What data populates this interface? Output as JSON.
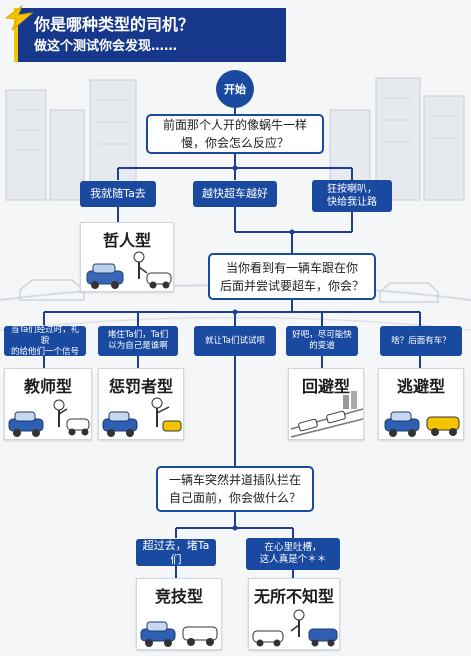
{
  "header": {
    "title": "你是哪种类型的司机？",
    "subtitle": "做这个测试你会发现……"
  },
  "start": {
    "label": "开始"
  },
  "question1": {
    "text": "前面那个人开的像蜗牛一样\n慢，你会怎么反应？"
  },
  "options1": [
    {
      "text": "我就随Ta去"
    },
    {
      "text": "越快超车越好"
    },
    {
      "text": "狂按喇叭，\n快给我让路"
    }
  ],
  "result_philosopher": {
    "label": "哲人型"
  },
  "question2": {
    "text": "当你看到有一辆车跟在你\n后面并尝试要超车，你会？"
  },
  "options2": [
    {
      "text": "当Ta们经过时，礼貌\n的给他们一个信号"
    },
    {
      "text": "堵住Ta们，Ta们\n以为自己是谁啊"
    },
    {
      "text": "就让Ta们试试呗"
    },
    {
      "text": "好吧，尽可能快\n的变道"
    },
    {
      "text": "啥？后面有车？"
    }
  ],
  "results2": [
    {
      "label": "教师型"
    },
    {
      "label": "惩罚者型"
    },
    {
      "label": "回避型"
    },
    {
      "label": "逃避型"
    }
  ],
  "question3": {
    "text": "一辆车突然并道插队拦在\n自己面前，你会做什么？"
  },
  "options3": [
    {
      "text": "超过去，堵Ta们"
    },
    {
      "text": "在心里吐槽，\n这人真是个＊＊"
    }
  ],
  "results3": [
    {
      "label": "竞技型"
    },
    {
      "label": "无所不知型"
    }
  ],
  "colors": {
    "navy": "#17378c",
    "box_blue": "#1a4aa0",
    "connector": "#1e3f8f",
    "accent_yellow": "#f5c400"
  }
}
